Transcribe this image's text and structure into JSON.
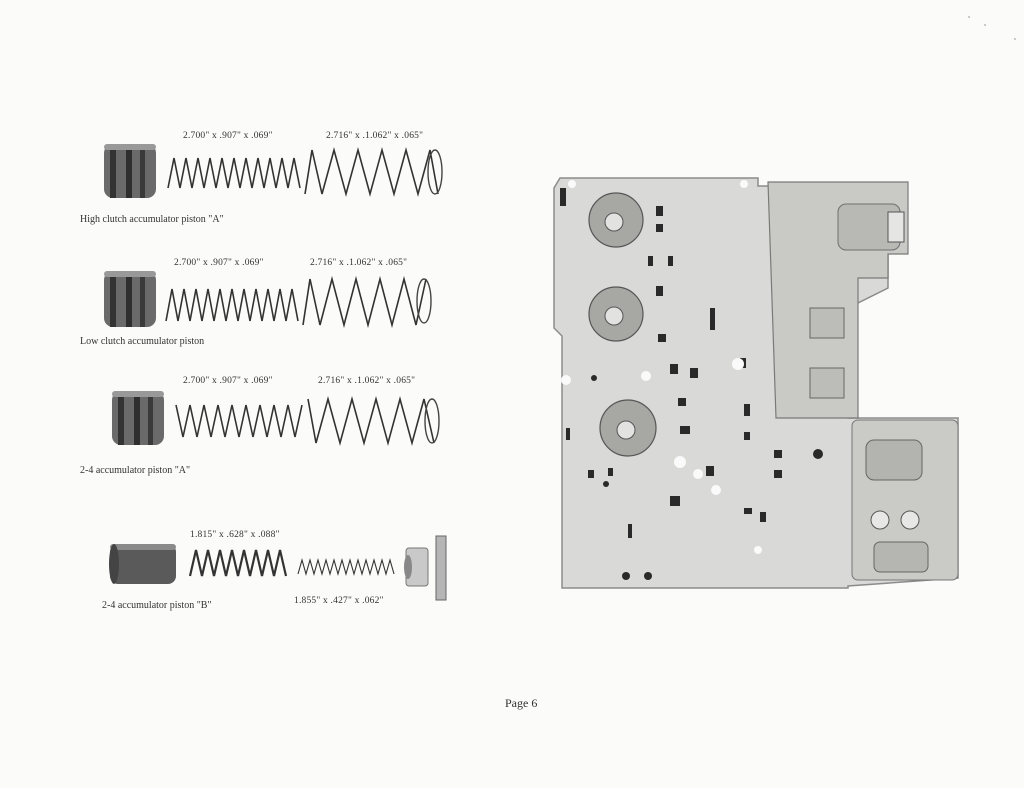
{
  "components": [
    {
      "caption": "High clutch accumulator piston \"A\"",
      "spring_small": "2.700\" x .907\" x .069\"",
      "spring_large": "2.716\" x .1.062\" x .065\""
    },
    {
      "caption": "Low clutch accumulator piston",
      "spring_small": "2.700\" x .907\" x .069\"",
      "spring_large": "2.716\" x .1.062\" x .065\""
    },
    {
      "caption": "2-4 accumulator piston \"A\"",
      "spring_small": "2.700\" x .907\" x .069\"",
      "spring_large": "2.716\" x .1.062\" x .065\""
    },
    {
      "caption": "2-4 accumulator piston \"B\"",
      "spring_top": "1.815\" x .628\" x .088\"",
      "spring_bottom": "1.855\" x .427\" x .062\""
    }
  ],
  "page": {
    "number": "Page 6"
  }
}
